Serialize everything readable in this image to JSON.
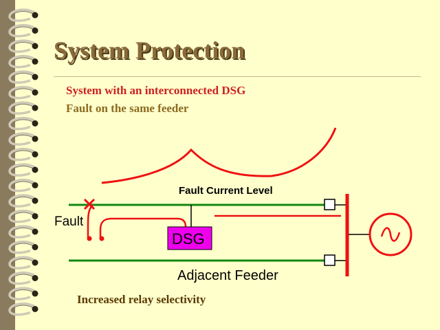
{
  "title": "System Protection",
  "subtitle_1": "System with an interconnected DSG",
  "subtitle_2": "Fault on the same feeder",
  "diagram": {
    "fault_current_level_label": "Fault Current Level",
    "fault_label": "Fault",
    "dsg_label": "DSG",
    "adjacent_feeder_label": "Adjacent Feeder"
  },
  "footer": "Increased relay selectivity",
  "colors": {
    "background": "#ffffcc",
    "title": "#8b6a3a",
    "subtitle_1": "#cc2222",
    "subtitle_2": "#8b6a20",
    "feeder_line": "#118811",
    "fault_path": "#ee1111",
    "dsg_fill": "#ee00ee"
  }
}
